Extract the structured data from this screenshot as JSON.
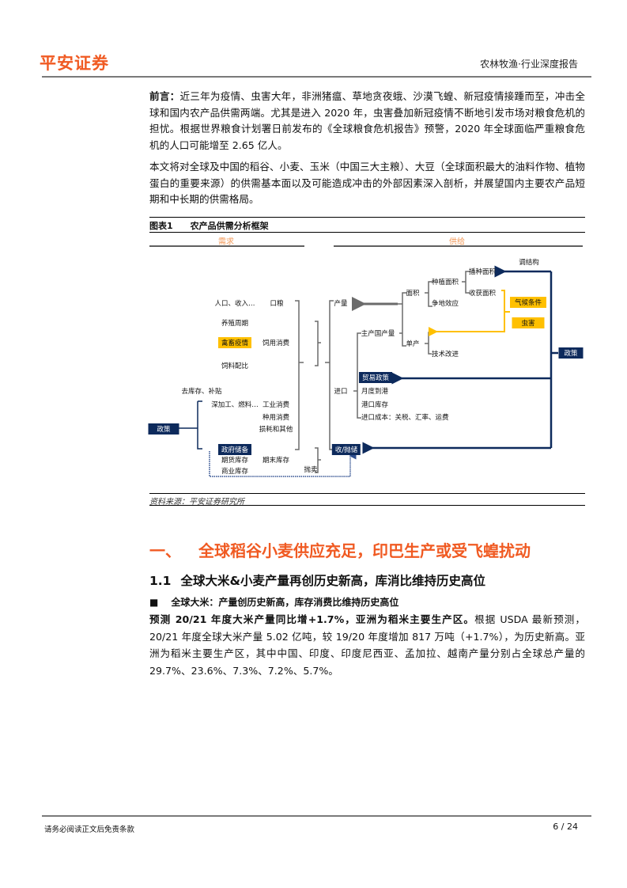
{
  "header": {
    "logo_text": "平安证券",
    "report_category": "农林牧渔·行业深度报告"
  },
  "intro": {
    "lead_bold": "前言：",
    "lead_text": "近三年为疫情、虫害大年，非洲猪瘟、草地贪夜蛾、沙漠飞蝗、新冠疫情接踵而至，冲击全球和国内农产品供需两端。尤其是进入 2020 年，虫害叠加新冠疫情不断地引发市场对粮食危机的担忧。根据世界粮食计划署日前发布的《全球粮食危机报告》预警，2020 年全球面临严重粮食危机的人口可能增至 2.65 亿人。",
    "scope": "本文将对全球及中国的稻谷、小麦、玉米（中国三大主粮）、大豆（全球面积最大的油料作物、植物蛋白的重要来源）的供需基本面以及可能造成冲击的外部因素深入剖析，并展望国内主要农产品短期和中长期的供需格局。"
  },
  "figure": {
    "number": "图表1",
    "title": "农产品供需分析框架",
    "source": "资料来源：平安证券研究所",
    "demand_label": "需求",
    "supply_label": "供给",
    "nodes": {
      "population": "人口、收入…",
      "food_grain": "口粮",
      "breeding_cycle": "养殖周期",
      "livestock_epidemic": "禽畜疫情",
      "feed_consumption": "饲用消费",
      "feed_ratio": "饲料配比",
      "destock": "去库存、补贴",
      "deep_processing": "深加工、燃料…",
      "industrial": "工业消费",
      "seed": "种用消费",
      "loss": "损耗和其他",
      "policy_left": "政策",
      "gov_reserve": "政府储备",
      "futures_stock": "期货库存",
      "commercial_stock": "商业库存",
      "ending_stock": "期末库存",
      "auction": "抛卖",
      "output": "产量",
      "import": "进口",
      "reserve_ops": "收/抛储",
      "area": "面积",
      "yield": "单产",
      "planting_area": "种植面积",
      "land_competition": "争地效应",
      "sown_area": "播种面积",
      "harvested_area": "收获面积",
      "climate": "气候条件",
      "pests": "虫害",
      "tech": "技术改进",
      "main_producers": "主产国产量",
      "trade_policy": "贸易政策",
      "monthly_arrivals": "月度到港",
      "port_stock": "港口库存",
      "import_cost": "进口成本：关税、汇率、运费",
      "restructure": "调结构",
      "policy_right": "政策"
    },
    "colors": {
      "navy": "#0d2a5c",
      "amber": "#ffc000",
      "gray": "#6b6b6b",
      "accent": "#f05a22"
    }
  },
  "section": {
    "h1_num": "一、",
    "h1_text": "全球稻谷小麦供应充足，印巴生产或受飞蝗扰动",
    "h2_num": "1.1",
    "h2_text": "全球大米&小麦产量再创历史新高，库消比维持历史高位",
    "bullet_mark": "■",
    "bullet_text": "全球大米：产量创历史新高，库存消费比维持历史高位",
    "para_bold": "预测 20/21 年度大米产量同比增+1.7%，亚洲为稻米主要生产区。",
    "para_text": "根据 USDA 最新预测，20/21 年度全球大米产量 5.02 亿吨，较 19/20 年度增加 817 万吨（+1.7%），为历史新高。亚洲为稻米主要生产区，其中中国、印度、印度尼西亚、孟加拉、越南产量分别占全球总产量的 29.7%、23.6%、7.3%、7.2%、5.7%。"
  },
  "footer": {
    "disclaimer": "请务必阅读正文后免责条款",
    "page": "6 / 24"
  }
}
